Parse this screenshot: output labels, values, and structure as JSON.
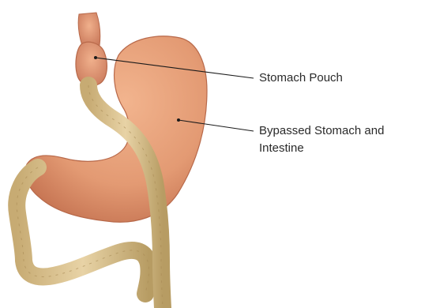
{
  "labels": {
    "stomach_pouch": "Stomach Pouch",
    "bypassed_line1": "Bypassed Stomach and",
    "bypassed_line2": "Intestine"
  },
  "colors": {
    "stomach": "#e39a73",
    "stomach_shadow": "#c26f4e",
    "intestine": "#dcc38e",
    "intestine_shadow": "#b79c63",
    "leader_line": "#1a1a1a",
    "text": "#2a2a2a"
  }
}
